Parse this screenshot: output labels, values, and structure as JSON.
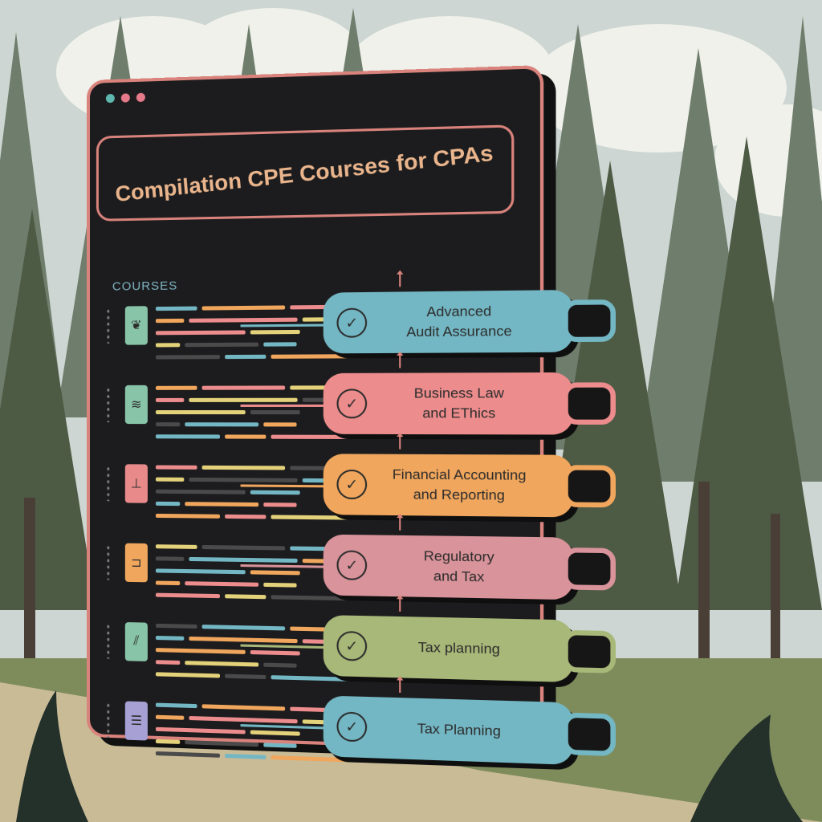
{
  "panel": {
    "title": "Compilation CPE Courses for CPAs",
    "section_label": "COURSES",
    "window_dots": [
      "#5fb8b0",
      "#e77a8a",
      "#e77a8a"
    ]
  },
  "colors": {
    "blue": "#74b7c4",
    "pink": "#ec8c8c",
    "orange": "#f0a65c",
    "rose": "#d9939a",
    "green": "#a8b878",
    "panel_border": "#d9837c",
    "title_text": "#eab58c"
  },
  "courses": [
    {
      "label": "Advanced\nAudit Assurance",
      "color": "#74b7c4",
      "thumb_color": "#88c4a8",
      "thumb_icon": "scroll-icon",
      "thumb_glyph": "❦"
    },
    {
      "label": "Business Law\nand EThics",
      "color": "#ec8c8c",
      "thumb_color": "#88c4a8",
      "thumb_icon": "document-icon",
      "thumb_glyph": "≋"
    },
    {
      "label": "Financial Accounting\nand Reporting",
      "color": "#f0a65c",
      "thumb_color": "#e88a8a",
      "thumb_icon": "chart-icon",
      "thumb_glyph": "⊥"
    },
    {
      "label": "Regulatory\nand Tax",
      "color": "#d9939a",
      "thumb_color": "#f0a65c",
      "thumb_icon": "ledger-icon",
      "thumb_glyph": "⊐"
    },
    {
      "label": "Tax planning",
      "color": "#a8b878",
      "thumb_color": "#88c4a8",
      "thumb_icon": "book-icon",
      "thumb_glyph": "⫽"
    },
    {
      "label": "Tax Planning",
      "color": "#74b7c4",
      "thumb_color": "#a6a0d4",
      "thumb_icon": "stack-icon",
      "thumb_glyph": "☰"
    }
  ],
  "check_icon": "check-circle-icon"
}
